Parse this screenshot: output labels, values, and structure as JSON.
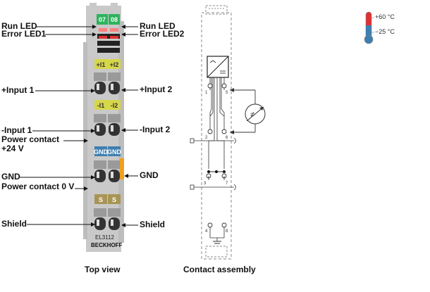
{
  "labels_left": {
    "run_led": "Run LED",
    "error_led1": "Error LED1",
    "input1_plus": "+Input 1",
    "input1_minus": "-Input 1",
    "power_contact_24v_a": "Power contact",
    "power_contact_24v_b": "+24 V",
    "gnd": "GND",
    "power_contact_0v": "Power contact 0 V",
    "shield": "Shield"
  },
  "labels_right": {
    "run_led": "Run LED",
    "error_led2": "Error LED2",
    "input2_plus": "+Input 2",
    "input2_minus": "-Input 2",
    "gnd": "GND",
    "shield": "Shield"
  },
  "terminal": {
    "channel_1": "07",
    "channel_2": "08",
    "plus_1": "+I1",
    "plus_2": "+I2",
    "minus_1": "-I1",
    "minus_2": "-I2",
    "gnd_1": "GND",
    "gnd_2": "GND",
    "s_1": "S",
    "s_2": "S",
    "model": "EL3112",
    "brand": "BECKHOFF"
  },
  "contacts": {
    "pin1": "1",
    "pin2": "2",
    "pin3": "3",
    "pin4": "4",
    "pin5": "5",
    "pin6": "6",
    "pin7": "7",
    "pin8": "8"
  },
  "temperature": {
    "max": "+60 °C",
    "min": "−25 °C"
  },
  "captions": {
    "top_view": "Top view",
    "contact_assembly": "Contact assembly"
  },
  "colors": {
    "green": "#2db35d",
    "yellow": "#d6d64a",
    "blue": "#3f7fb0",
    "olive": "#a89555",
    "orange": "#f0a020",
    "red": "#e03030"
  }
}
